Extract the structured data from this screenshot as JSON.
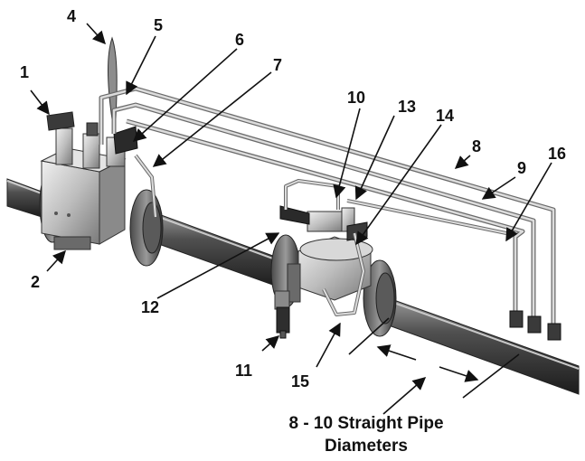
{
  "callouts": {
    "c1": "1",
    "c2": "2",
    "c4": "4",
    "c5": "5",
    "c6": "6",
    "c7": "7",
    "c8": "8",
    "c9": "9",
    "c10": "10",
    "c11": "11",
    "c12": "12",
    "c13": "13",
    "c14": "14",
    "c15": "15",
    "c16": "16"
  },
  "caption": {
    "line1": "8 - 10 Straight Pipe",
    "line2": "Diameters"
  },
  "colors": {
    "pipe_dark": "#3a3a3a",
    "metal_light": "#d4d4d4",
    "tubing": "#bdbdbd",
    "line": "#111111"
  },
  "icons": [
    "valve-body",
    "pilot-regulator",
    "sensing-line",
    "flange",
    "arrow"
  ]
}
